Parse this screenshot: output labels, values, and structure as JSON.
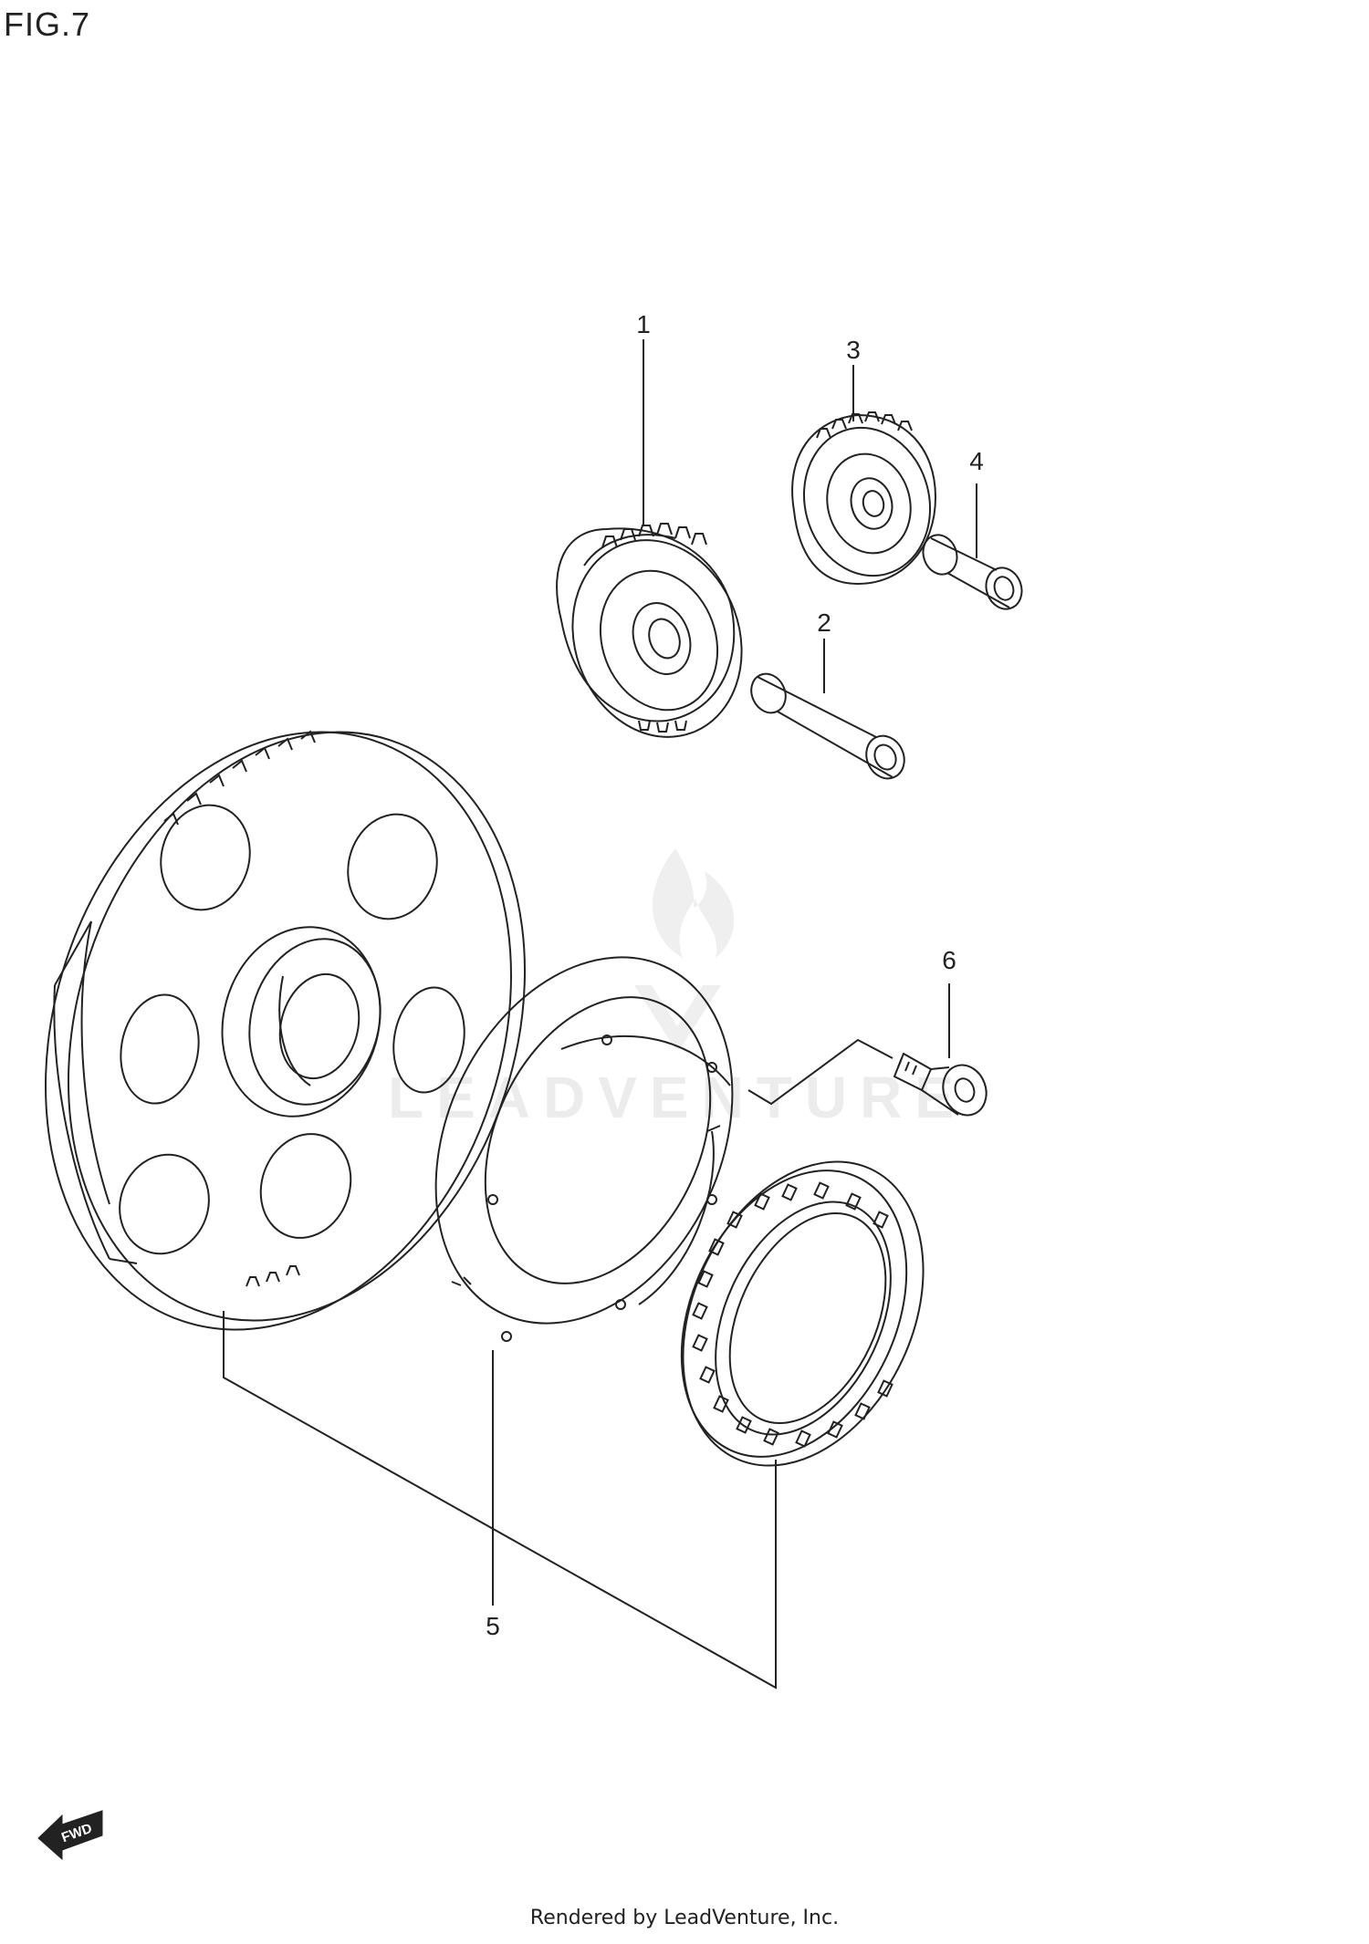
{
  "figure": {
    "title": "FIG.7"
  },
  "callouts": [
    {
      "id": "1",
      "label": "1"
    },
    {
      "id": "2",
      "label": "2"
    },
    {
      "id": "3",
      "label": "3"
    },
    {
      "id": "4",
      "label": "4"
    },
    {
      "id": "5",
      "label": "5"
    },
    {
      "id": "6",
      "label": "6"
    }
  ],
  "fwd_arrow": {
    "label": "FWD"
  },
  "watermark": {
    "text": "LEADVENTURE",
    "color": "#ececec"
  },
  "footer": {
    "text": "Rendered by LeadVenture, Inc."
  },
  "colors": {
    "line": "#222222",
    "background": "#ffffff"
  }
}
